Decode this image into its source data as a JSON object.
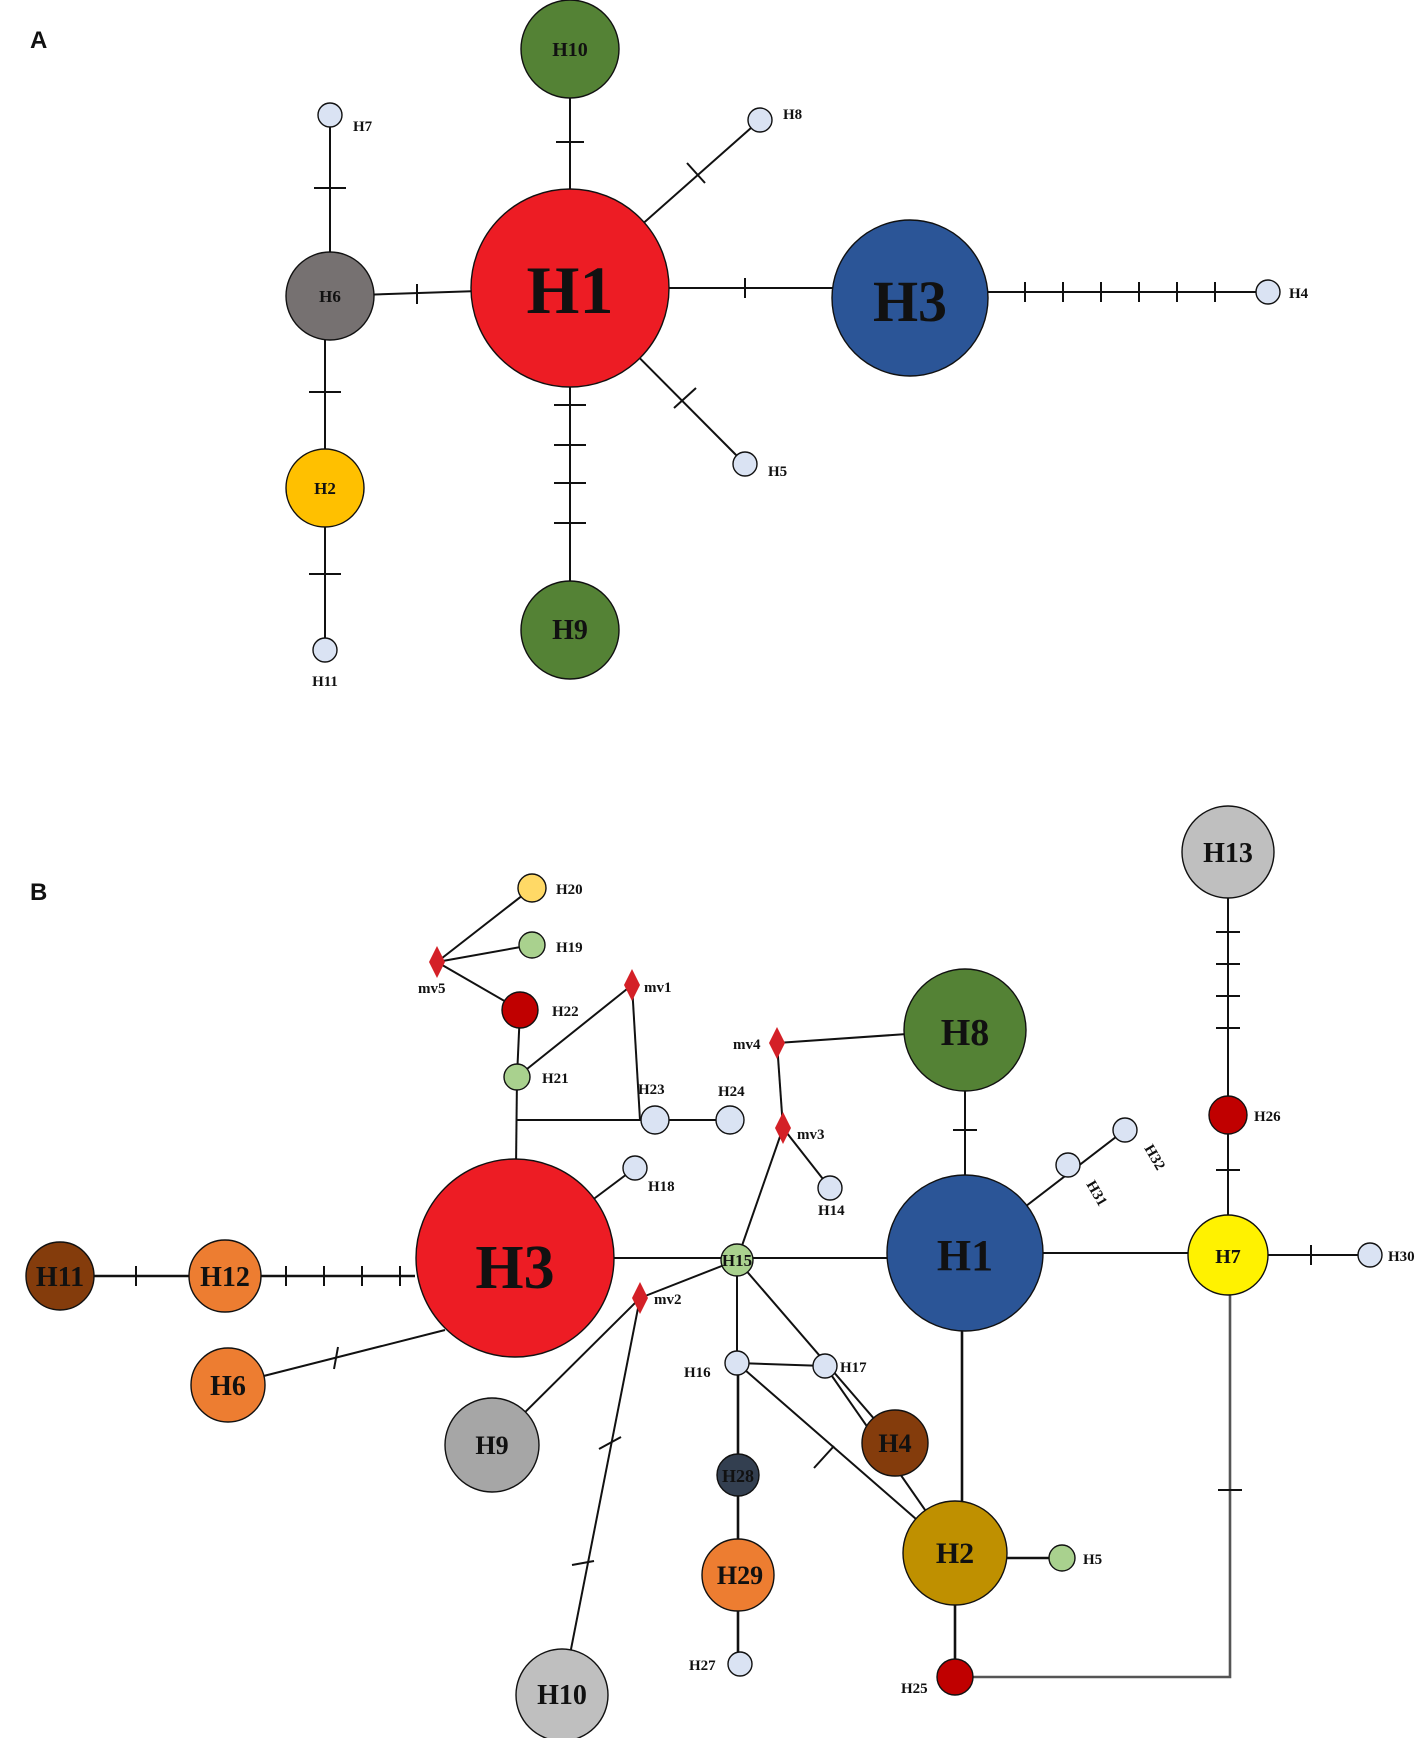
{
  "panels": [
    {
      "letter": "A",
      "nodes": [
        {
          "id": "H1",
          "label": "H1",
          "color": "#ED1C24"
        },
        {
          "id": "H3",
          "label": "H3",
          "color": "#2B5597"
        },
        {
          "id": "H10",
          "label": "H10",
          "color": "#548235"
        },
        {
          "id": "H9",
          "label": "H9",
          "color": "#548235"
        },
        {
          "id": "H6",
          "label": "H6",
          "color": "#767171"
        },
        {
          "id": "H2",
          "label": "H2",
          "color": "#FFC000"
        },
        {
          "id": "H7",
          "label": "H7",
          "color": "#DAE3F3"
        },
        {
          "id": "H8",
          "label": "H8",
          "color": "#DAE3F3"
        },
        {
          "id": "H4",
          "label": "H4",
          "color": "#DAE3F3"
        },
        {
          "id": "H5",
          "label": "H5",
          "color": "#DAE3F3"
        },
        {
          "id": "H11",
          "label": "H11",
          "color": "#DAE3F3"
        }
      ]
    },
    {
      "letter": "B",
      "nodes": [
        {
          "id": "H3",
          "label": "H3",
          "color": "#ED1C24"
        },
        {
          "id": "H1",
          "label": "H1",
          "color": "#2B5597"
        },
        {
          "id": "H8",
          "label": "H8",
          "color": "#548235"
        },
        {
          "id": "H13",
          "label": "H13",
          "color": "#BFBFBF"
        },
        {
          "id": "H7",
          "label": "H7",
          "color": "#FFF200"
        },
        {
          "id": "H26",
          "label": "H26",
          "color": "#C00000"
        },
        {
          "id": "H30",
          "label": "H30",
          "color": "#DAE3F3"
        },
        {
          "id": "H31",
          "label": "H31",
          "color": "#DAE3F3"
        },
        {
          "id": "H32",
          "label": "H32",
          "color": "#DAE3F3"
        },
        {
          "id": "H11",
          "label": "H11",
          "color": "#843C0C"
        },
        {
          "id": "H12",
          "label": "H12",
          "color": "#ED7D31"
        },
        {
          "id": "H6",
          "label": "H6",
          "color": "#ED7D31"
        },
        {
          "id": "H9",
          "label": "H9",
          "color": "#A6A6A6"
        },
        {
          "id": "H10",
          "label": "H10",
          "color": "#BFBFBF"
        },
        {
          "id": "H15",
          "label": "H15",
          "color": "#A9D18E"
        },
        {
          "id": "H16",
          "label": "H16",
          "color": "#DAE3F3"
        },
        {
          "id": "H17",
          "label": "H17",
          "color": "#DAE3F3"
        },
        {
          "id": "H4",
          "label": "H4",
          "color": "#843C0C"
        },
        {
          "id": "H2",
          "label": "H2",
          "color": "#BF9000"
        },
        {
          "id": "H5",
          "label": "H5",
          "color": "#A9D18E"
        },
        {
          "id": "H25",
          "label": "H25",
          "color": "#C00000"
        },
        {
          "id": "H28",
          "label": "H28",
          "color": "#333F50"
        },
        {
          "id": "H29",
          "label": "H29",
          "color": "#ED7D31"
        },
        {
          "id": "H27",
          "label": "H27",
          "color": "#DAE3F3"
        },
        {
          "id": "H14",
          "label": "H14",
          "color": "#DAE3F3"
        },
        {
          "id": "H18",
          "label": "H18",
          "color": "#DAE3F3"
        },
        {
          "id": "H20",
          "label": "H20",
          "color": "#FFD966"
        },
        {
          "id": "H19",
          "label": "H19",
          "color": "#A9D18E"
        },
        {
          "id": "H22",
          "label": "H22",
          "color": "#C00000"
        },
        {
          "id": "H21",
          "label": "H21",
          "color": "#A9D18E"
        },
        {
          "id": "H23",
          "label": "H23",
          "color": "#DAE3F3"
        },
        {
          "id": "H24",
          "label": "H24",
          "color": "#DAE3F3"
        }
      ],
      "median_vectors": [
        "mv1",
        "mv2",
        "mv3",
        "mv4",
        "mv5"
      ],
      "median_vector_color": "#D42027"
    }
  ]
}
